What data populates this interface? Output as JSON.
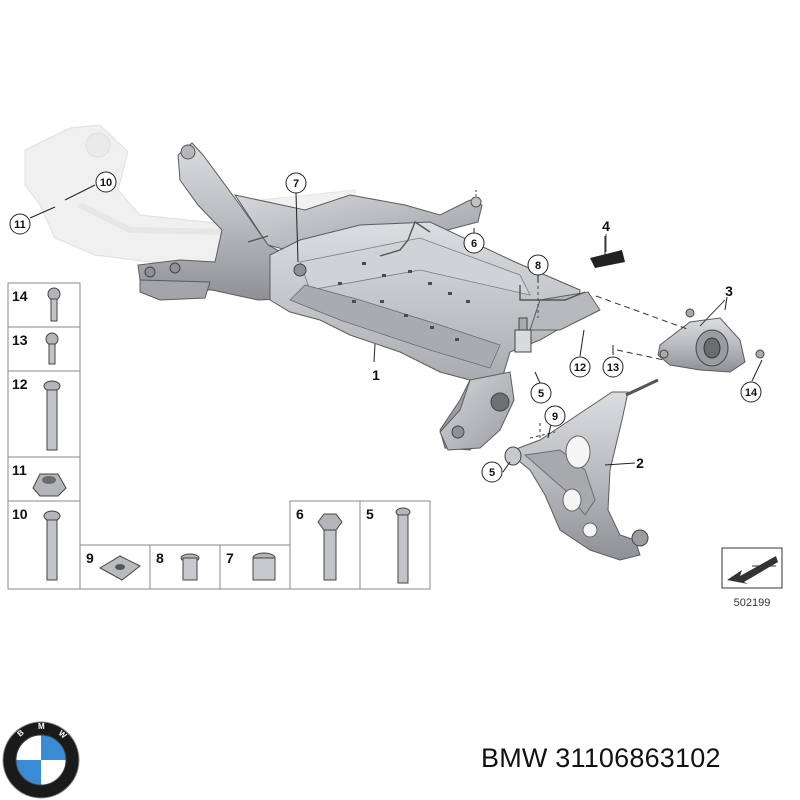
{
  "diagram": {
    "callouts": {
      "c1": "1",
      "c2": "2",
      "c3": "3",
      "c4": "4",
      "c5a": "5",
      "c5b": "5",
      "c6": "6",
      "c7": "7",
      "c8": "8",
      "c9": "9",
      "c10": "10",
      "c11": "11",
      "c12": "12",
      "c13": "13",
      "c14": "14"
    },
    "parts_table": {
      "r14": "14",
      "r13": "13",
      "r12": "12",
      "r11": "11",
      "r10": "10",
      "b9": "9",
      "b8": "8",
      "b7": "7",
      "b6": "6",
      "b5": "5"
    },
    "reference_code": "502199"
  },
  "caption": {
    "brand": "BMW",
    "part_number": "31106863102",
    "full": "BMW 31106863102"
  },
  "logo": {
    "icon": "bmw-roundel-icon",
    "lettering": "BMW"
  },
  "colors": {
    "part_fill": "#c9cacc",
    "part_dark": "#8f9194",
    "ghost_part": "#e8e9ea",
    "bmw_blue": "#3a8bd6",
    "outline": "#333333"
  }
}
